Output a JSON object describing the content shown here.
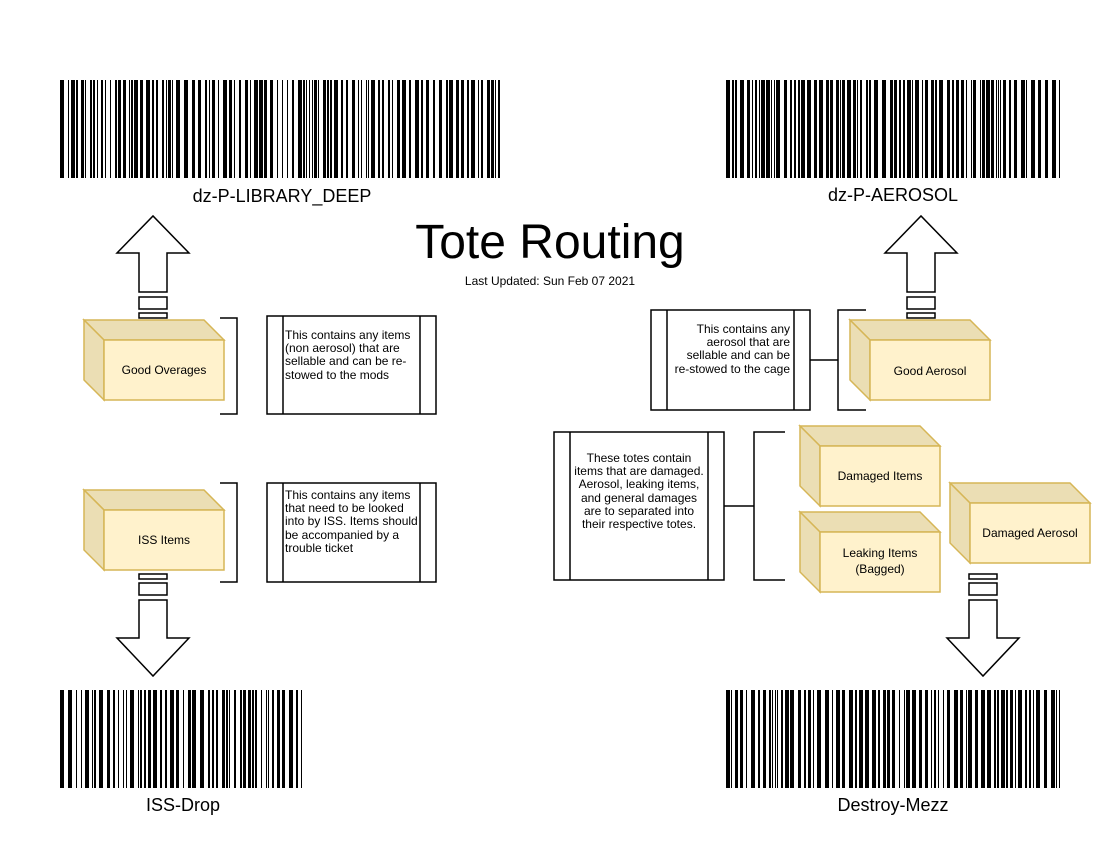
{
  "title": "Tote Routing",
  "subtitle": "Last Updated: Sun Feb 07 2021",
  "colors": {
    "box_face": "#fff2cc",
    "box_side": "#ebdeb4",
    "box_stroke": "#d6b656",
    "line": "#000000"
  },
  "barcodes": [
    {
      "id": "library",
      "label": "dz-P-LIBRARY_DEEP"
    },
    {
      "id": "aerosol",
      "label": "dz-P-AEROSOL"
    },
    {
      "id": "iss",
      "label": "ISS-Drop"
    },
    {
      "id": "mezz",
      "label": "Destroy-Mezz"
    }
  ],
  "totes": {
    "good_overages": {
      "label": "Good Overages"
    },
    "iss_items": {
      "label": "ISS Items"
    },
    "good_aerosol": {
      "label": "Good Aerosol"
    },
    "damaged_items": {
      "label": "Damaged Items"
    },
    "leaking_items": {
      "label_line1": "Leaking Items",
      "label_line2": "(Bagged)"
    },
    "damaged_aerosol": {
      "label": "Damaged Aerosol"
    }
  },
  "descriptions": {
    "good_overages": "This contains any items (non aerosol) that are sellable and can be re-stowed to the mods",
    "iss_items": "This contains any items that need to be looked into by ISS. Items should be accompanied by a trouble ticket",
    "good_aerosol": "This contains any aerosol that are sellable and can be re-stowed to the cage",
    "damaged": "These totes contain items that are damaged. Aerosol, leaking items, and general damages are to separated into their respective totes."
  }
}
